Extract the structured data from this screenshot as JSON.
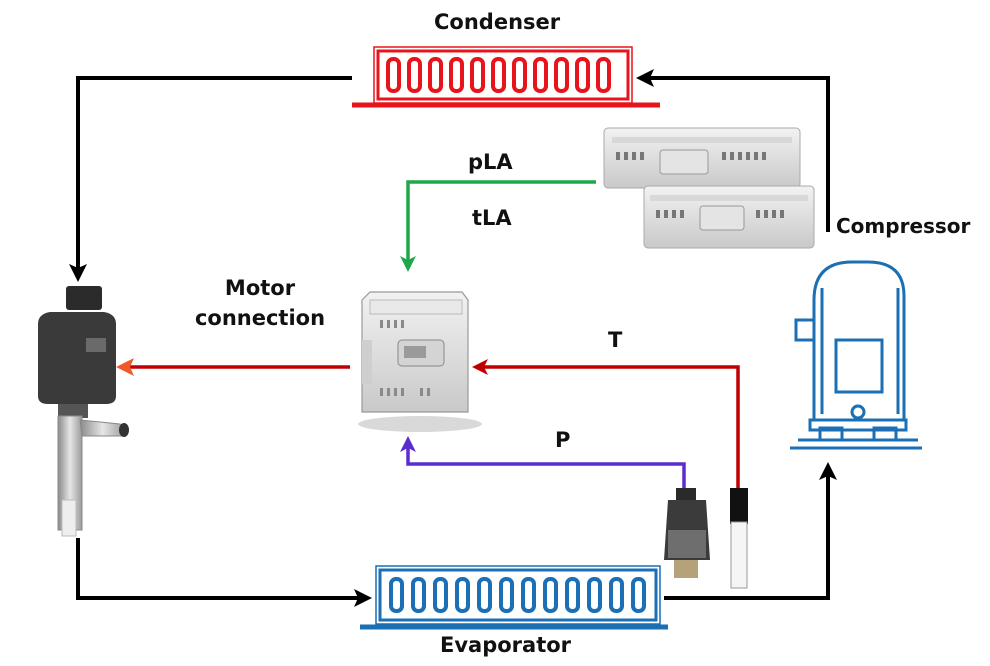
{
  "components": {
    "condenser": "Condenser",
    "evaporator": "Evaporator",
    "compressor": "Compressor"
  },
  "signals": {
    "pla": "pLA",
    "tla": "tLA",
    "motor_line1": "Motor",
    "motor_line2": "connection",
    "temperature": "T",
    "pressure": "P"
  },
  "colors": {
    "condenser": "#e8141b",
    "evaporator": "#1a6fb5",
    "refrigerant_line": "#000000",
    "controller_link": "#1fa84a",
    "motor_link": "#c00000",
    "motor_arrowhead": "#f05a28",
    "temperature_link": "#c00000",
    "pressure_link": "#5b2ccf",
    "compressor": "#1a6fb5"
  }
}
